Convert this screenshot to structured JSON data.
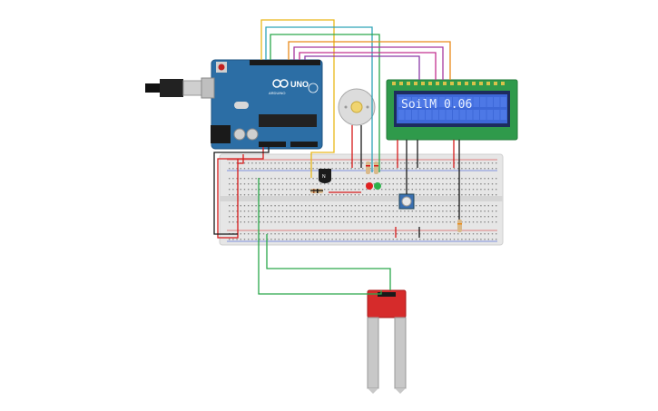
{
  "lcd": {
    "text": "SoilM 0.06"
  },
  "arduino": {
    "model": "UNO",
    "brand": "ARDUINO"
  },
  "colors": {
    "board": "#2c6ea5",
    "breadboard": "#e8e8e8",
    "lcd_screen": "#3d68d8",
    "lcd_board": "#2f9a4b",
    "sensor": "#d62b2b",
    "wire_red": "#d61a1a",
    "wire_black": "#1a1a1a",
    "wire_green": "#2aa84a",
    "wire_yellow": "#e9b81a",
    "wire_teal": "#2fa3b8",
    "wire_orange": "#e98a1a",
    "wire_purple": "#a8389e",
    "wire_magenta": "#c2308f"
  }
}
